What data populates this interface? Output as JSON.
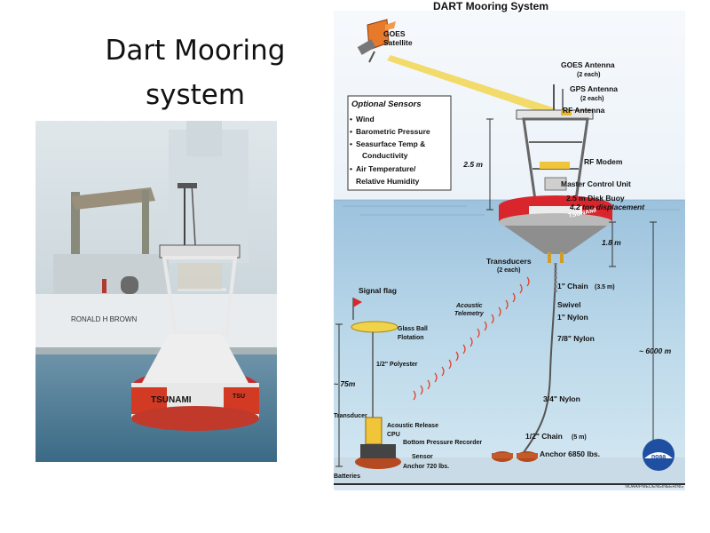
{
  "slide": {
    "title": "Dart Mooring system"
  },
  "photo": {
    "ship_name": "RONALD H BROWN",
    "buoy_label": "TSUNAMI",
    "buoy_label_side": "TSU"
  },
  "diagram": {
    "title": "DART Mooring System",
    "satellite": {
      "name": "GOES",
      "sub": "Satellite"
    },
    "optional_sensors": {
      "heading": "Optional Sensors",
      "items": [
        "Wind",
        "Barometric Pressure",
        "Seasurface Temp &",
        "Conductivity",
        "Air Temperature/",
        "Relative Humidity"
      ]
    },
    "labels": {
      "goes_antenna": "GOES Antenna",
      "goes_antenna_count": "(2 each)",
      "gps_antenna": "GPS Antenna",
      "gps_antenna_count": "(2 each)",
      "rf_antenna": "RF Antenna",
      "rf_modem": "RF Modem",
      "master_control": "Master Control Unit",
      "disk_buoy": "2.5 m Disk Buoy",
      "displacement": "4.2 ton displacement",
      "height_tower": "2.5 m",
      "depth_18": "1.8 m",
      "transducers": "Transducers",
      "transducers_count": "(2 each)",
      "chain_top": "1\" Chain",
      "chain_top_size": "(3.5 m)",
      "swivel": "Swivel",
      "nylon_1": "1\" Nylon",
      "nylon_78": "7/8\" Nylon",
      "nylon_34": "3/4\" Nylon",
      "chain_bottom": "1/2\" Chain",
      "chain_bottom_size": "(5 m)",
      "anchor_main": "Anchor 6850 lbs.",
      "depth_total": "~ 6000 m",
      "signal_flag": "Signal flag",
      "acoustic": "Acoustic",
      "telemetry": "Telemetry",
      "glass_ball": "Glass Ball",
      "flotation": "Flotation",
      "polyester": "1/2\" Polyester",
      "depth_75": "~ 75m",
      "transducer": "Transducer",
      "acoustic_release": "Acoustic Release",
      "cpu": "CPU",
      "bpr": "Bottom Pressure Recorder",
      "sensor": "Sensor",
      "anchor_bpr": "Anchor 720 lbs.",
      "batteries": "Batteries",
      "buoy_hull_text": "TSUNAMI",
      "noaa": "noaa",
      "credit": "NOAA/PMEL/ENGINEERING"
    }
  },
  "colors": {
    "sea_top": "#8fb3d0",
    "sea_bottom": "#b9d8ea",
    "sky": "#eef4fa",
    "buoy_red": "#d8262c",
    "satellite_orange": "#e67a2a",
    "photo_fog": "#c8d3da",
    "photo_sea": "#4f7f9a"
  }
}
